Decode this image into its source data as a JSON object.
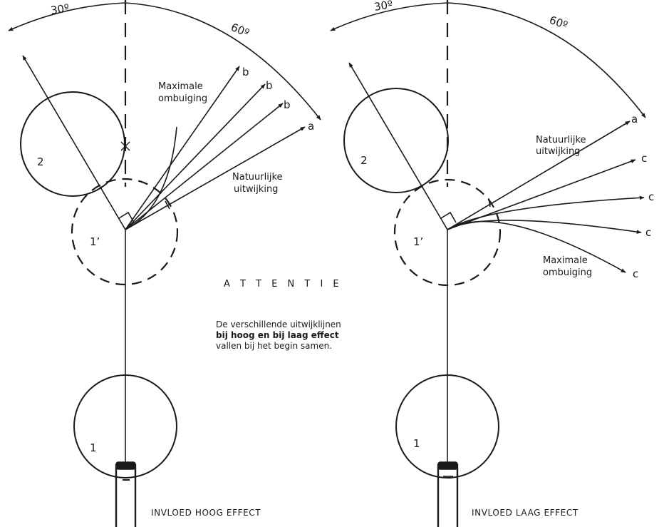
{
  "left": {
    "angle_left": "30º",
    "angle_right": "60º",
    "ball_top": "2",
    "ball_ghost": "1’",
    "ball_cue": "1",
    "label_max": [
      "Maximale",
      "ombuiging"
    ],
    "label_nat": [
      "Natuurlijke",
      "uitwijking"
    ],
    "tag_b": "b",
    "tag_a": "a",
    "caption": "INVLOED HOOG EFFECT"
  },
  "right": {
    "angle_left": "30º",
    "angle_right": "60º",
    "ball_top": "2",
    "ball_ghost": "1’",
    "ball_cue": "1",
    "label_max": [
      "Maximale",
      "ombuiging"
    ],
    "label_nat": [
      "Natuurlijke",
      "uitwijking"
    ],
    "tag_c": "c",
    "tag_a": "a",
    "caption": "INVLOED LAAG EFFECT"
  },
  "attention": {
    "title": "A T T E N T I E",
    "line1": "De verschillende uitwijklijnen",
    "line2": "bij hoog en bij laag effect",
    "line3": "vallen bij het begin samen."
  }
}
